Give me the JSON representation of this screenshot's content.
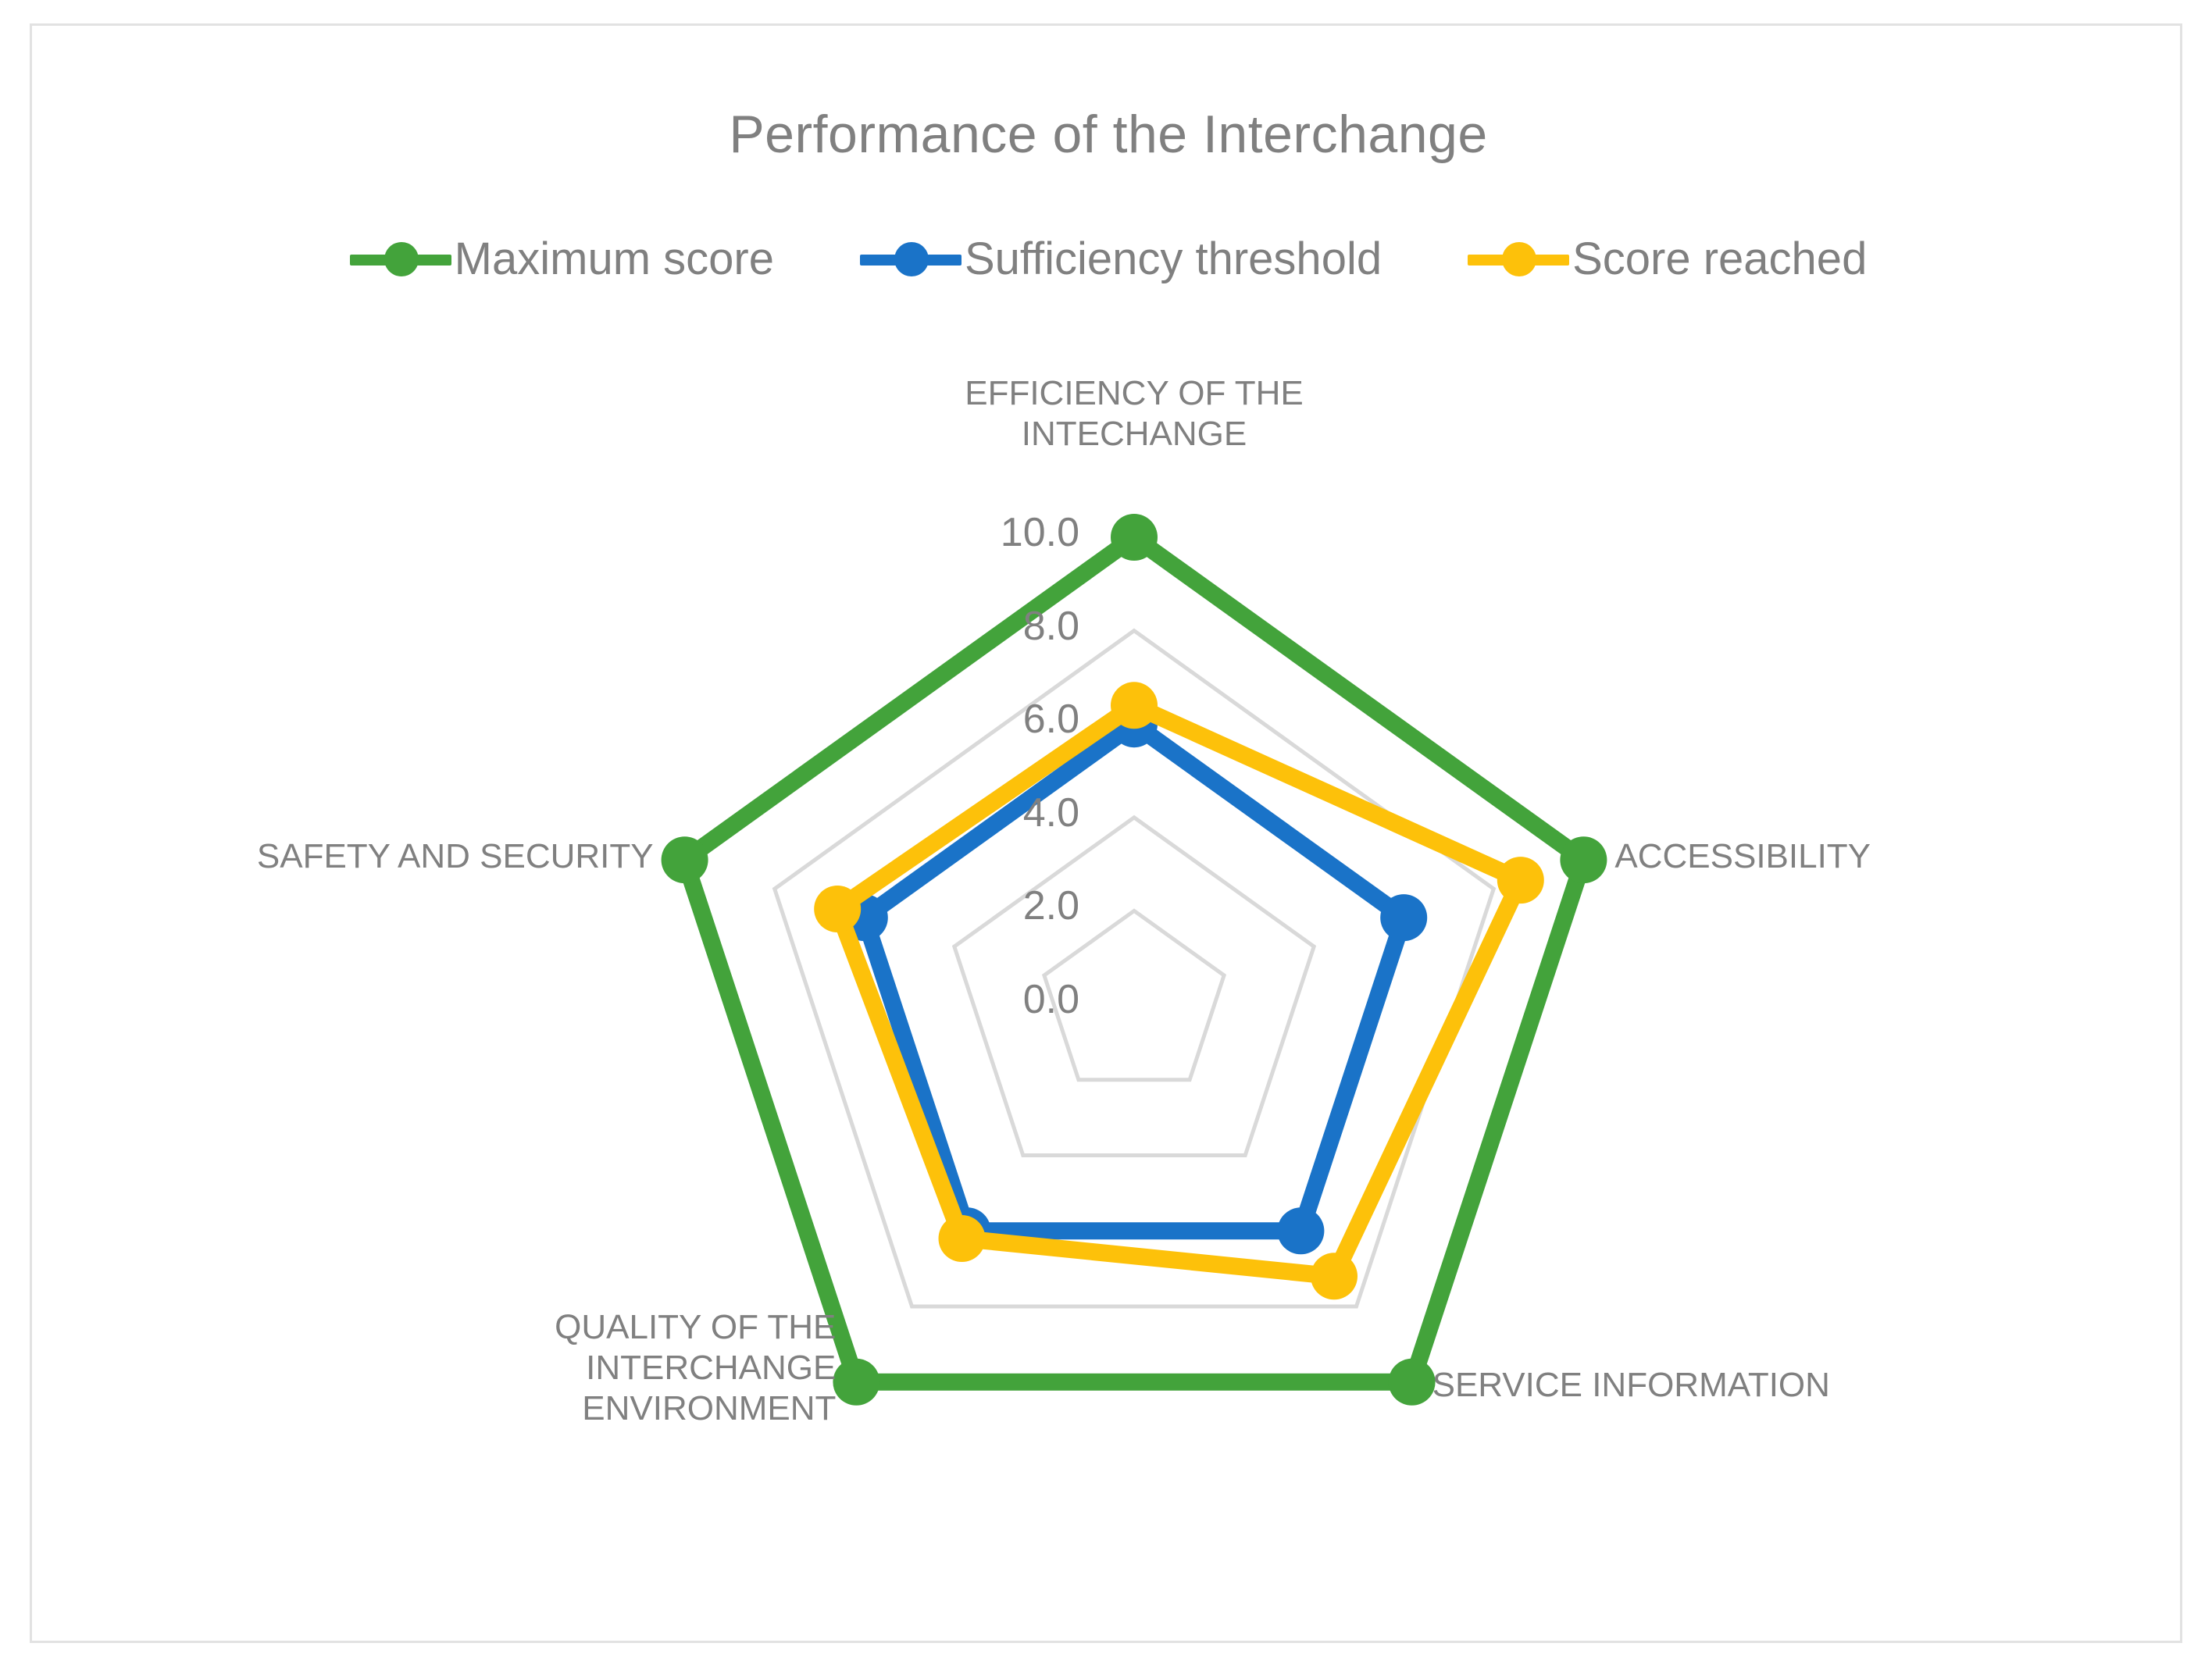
{
  "chart_data": {
    "type": "radar",
    "title": "Performance of the Interchange",
    "categories": [
      "EFFICIENCY OF THE\nINTECHANGE",
      "ACCESSIBILITY",
      "SERVICE INFORMATION",
      "QUALITY OF THE\nINTERCHANGE\nENVIRONMENT",
      "SAFETY AND SECURITY"
    ],
    "series": [
      {
        "name": "Maximum score",
        "color": "#43a33b",
        "values": [
          10.0,
          10.0,
          10.0,
          10.0,
          10.0
        ]
      },
      {
        "name": "Sufficiency threshold",
        "color": "#1a73c8",
        "values": [
          6.0,
          6.0,
          6.0,
          6.0,
          6.0
        ]
      },
      {
        "name": "Score reached",
        "color": "#fdc10a",
        "values": [
          6.4,
          8.6,
          7.2,
          6.2,
          6.6
        ]
      }
    ],
    "radial_ticks": [
      "0.0",
      "2.0",
      "4.0",
      "6.0",
      "8.0",
      "10.0"
    ],
    "radial_tick_values": [
      0.0,
      2.0,
      4.0,
      6.0,
      8.0,
      10.0
    ],
    "rlim": [
      0.0,
      10.0
    ],
    "grid": true,
    "grid_color": "#d9d9d9",
    "legend_position": "top",
    "xlabel": "",
    "ylabel": ""
  },
  "title": "Performance of the Interchange",
  "legend": {
    "items": [
      {
        "label": "Maximum score",
        "color": "#43a33b"
      },
      {
        "label": "Sufficiency threshold",
        "color": "#1a73c8"
      },
      {
        "label": "Score reached",
        "color": "#fdc10a"
      }
    ]
  },
  "axes": {
    "labels": [
      "EFFICIENCY OF THE\nINTECHANGE",
      "ACCESSIBILITY",
      "SERVICE INFORMATION",
      "QUALITY OF THE\nINTERCHANGE\nENVIRONMENT",
      "SAFETY AND SECURITY"
    ]
  },
  "radial_axis": {
    "ticks": [
      "10.0",
      "8.0",
      "6.0",
      "4.0",
      "2.0",
      "0.0"
    ]
  }
}
